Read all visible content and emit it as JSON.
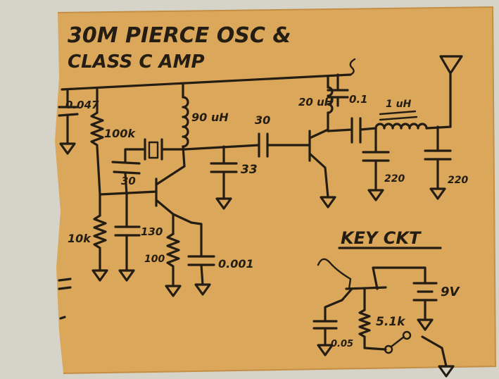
{
  "title": {
    "line1": "30M PIERCE OSC &",
    "line2": "CLASS C AMP"
  },
  "components": {
    "c_bypass": "0.047",
    "r_base_top": "100k",
    "r_base_bottom": "10k",
    "c_feedback": "30",
    "c_emitter_bypass": "130",
    "r_emitter": "100",
    "c_emitter_out": "0.001",
    "rfc_osc": "90 uH",
    "c_tank": "33",
    "c_coupling": "30",
    "rfc_amp": "20 uH",
    "c_out_coupling": "0.1",
    "l_filter": "1 uH",
    "c_filter_1": "220",
    "c_filter_2": "220"
  },
  "key_circuit": {
    "label": "KEY CKT",
    "battery": "9V",
    "resistor": "5.1k",
    "capacitor": "0.05"
  },
  "colors": {
    "paper": "#dba75a",
    "ink": "#241d14",
    "background": "#d4d1c6"
  }
}
